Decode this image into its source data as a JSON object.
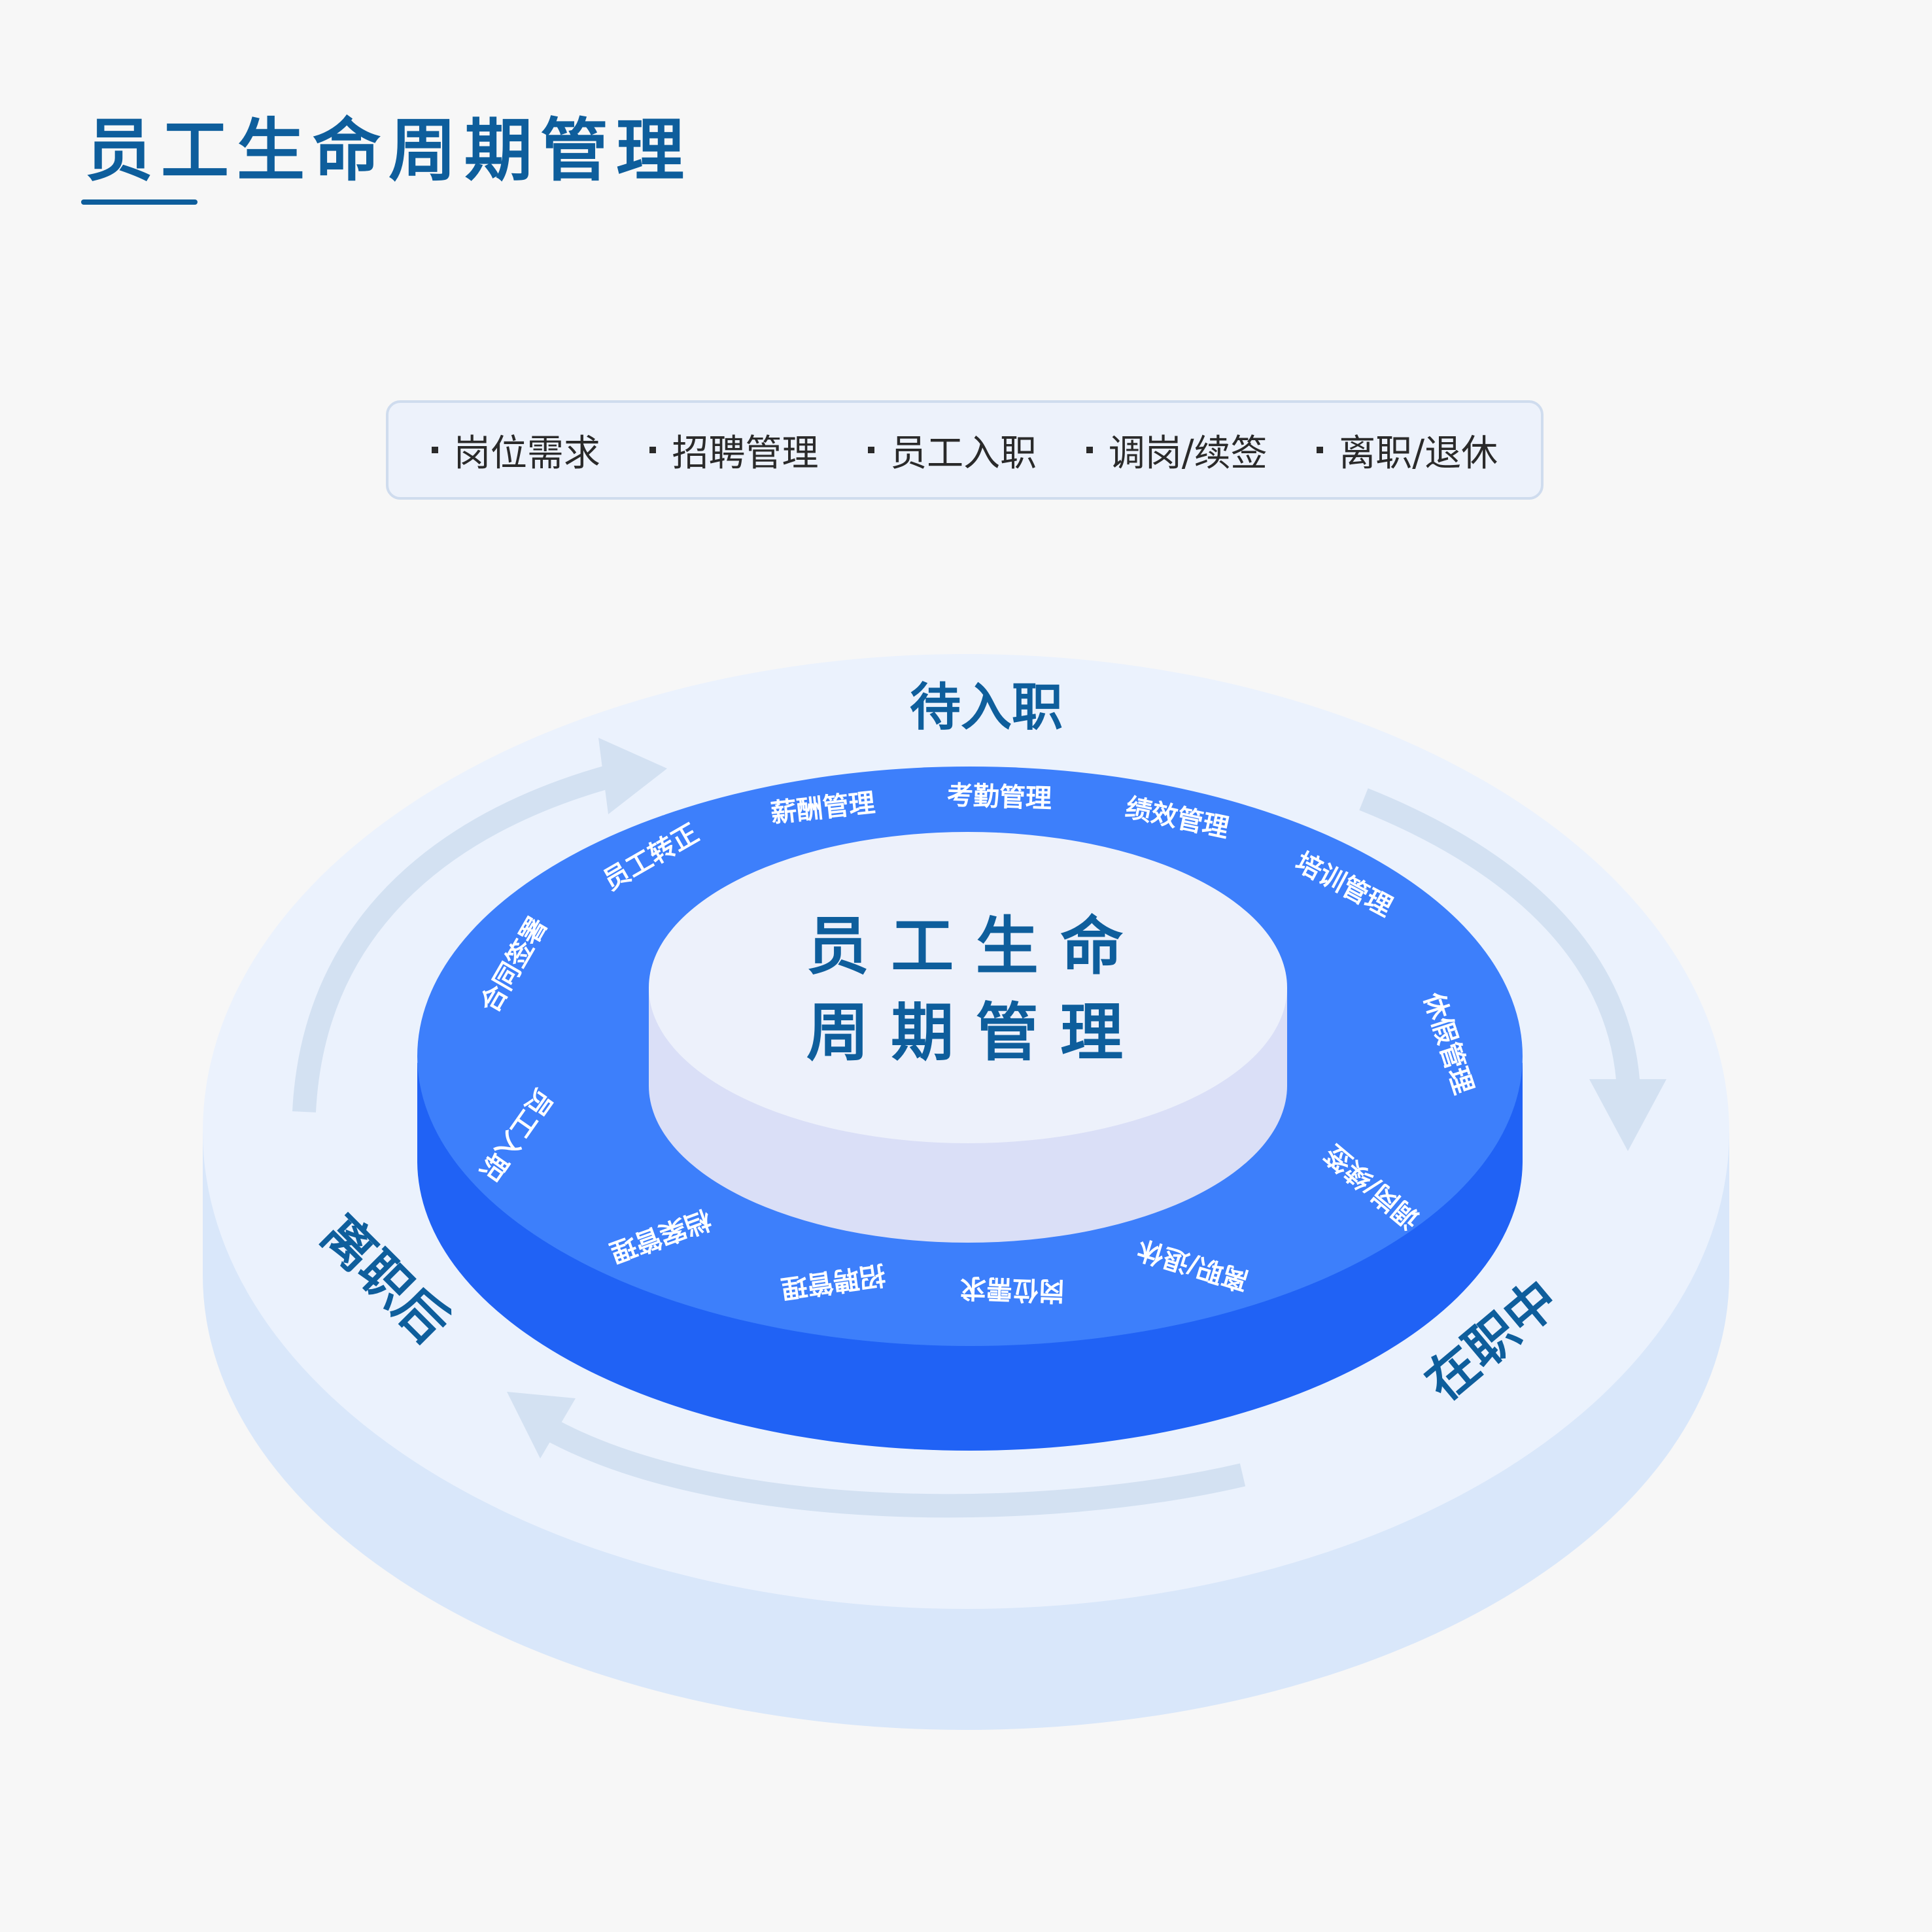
{
  "header": {
    "title": "员工生命周期管理"
  },
  "tag_bar": {
    "items": [
      "岗位需求",
      "招聘管理",
      "员工入职",
      "调岗/续签",
      "离职/退休"
    ]
  },
  "center": {
    "line1": "员 工 生 命",
    "line2": "周 期 管 理"
  },
  "stages": {
    "pre_onboarding": "待入职",
    "employed": "在职中",
    "after_leaving": "离职后"
  },
  "ring_items": {
    "salary": "薪酬管理",
    "attendance": "考勤管理",
    "performance": "绩效管理",
    "training": "培训管理",
    "leave": "休假管理",
    "transfer": "调岗/续签",
    "resign": "离职/退休",
    "post_demand": "岗位需求",
    "recruit": "招聘管理",
    "archive": "档案管理",
    "onboard": "员工入职",
    "contract": "合同签署",
    "regularize": "员工转正"
  },
  "colors": {
    "title": "#0e5e9c",
    "ring_top": "#3d7ffb",
    "ring_side": "#2062f5",
    "outer_disc": "#ebf2fd",
    "outer_side": "#d9e7fa",
    "arrow": "#d3e1f2",
    "inner_top": "#edf1fb",
    "inner_side": "#dadff7"
  }
}
